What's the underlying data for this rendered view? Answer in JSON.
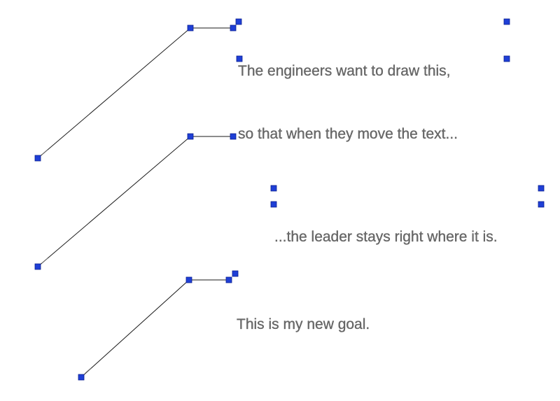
{
  "notes": [
    {
      "line1": "The engineers want to draw this,",
      "line2": "so that when they move the text..."
    },
    {
      "line1": "...the leader stays right where it is."
    },
    {
      "line1": "This is my new goal."
    }
  ],
  "colors": {
    "grip": "#1f3fd6",
    "line": "#1a1a1a",
    "text": "#6a6a6a"
  },
  "icons": [
    "grip-square-icon",
    "arrowhead-icon"
  ]
}
